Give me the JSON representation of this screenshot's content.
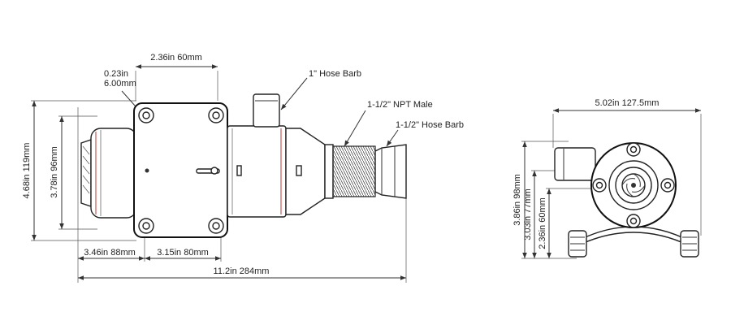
{
  "side_view": {
    "dim_flange_width": "2.36in 60mm",
    "dim_bolt_hole_in": "0.23in",
    "dim_bolt_hole_mm": "6.00mm",
    "dim_overall_height": "4.68in 119mm",
    "dim_motor_height": "3.78in 96mm",
    "dim_motor_length": "3.46in 88mm",
    "dim_flange_spacing": "3.15in 80mm",
    "dim_overall_length": "11.2in 284mm",
    "callout_hose_barb_1": "1\" Hose Barb",
    "callout_npt_male": "1-1/2\" NPT Male",
    "callout_hose_barb_15": "1-1/2\" Hose Barb"
  },
  "end_view": {
    "dim_overall_width": "5.02in 127.5mm",
    "dim_height_98": "3.86in 98mm",
    "dim_height_77": "3.03in 77mm",
    "dim_height_60": "2.36in 60mm"
  },
  "colors": {
    "line": "#333333",
    "accent": "#b83a3a"
  }
}
